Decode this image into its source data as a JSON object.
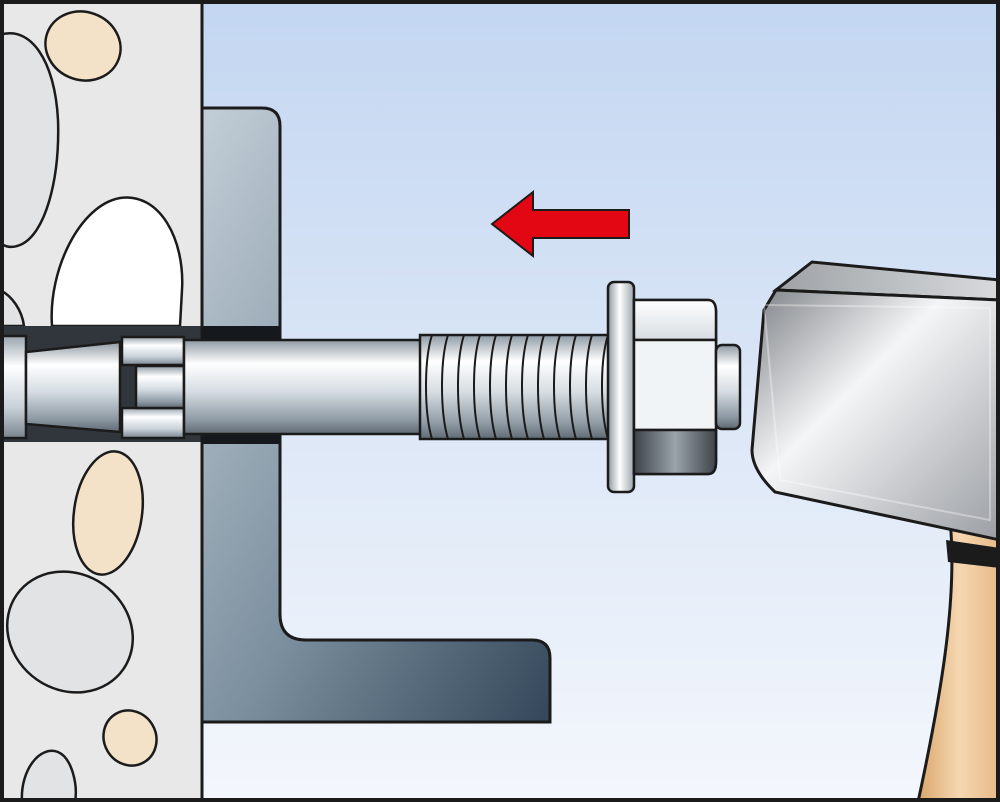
{
  "scene": {
    "description_visible_text": [],
    "colors": {
      "sky_top": "#c3d6f1",
      "sky_bottom": "#f4f7fc",
      "concrete": "#e8e8e8",
      "pebble_tan": "#f3e2c8",
      "pebble_white": "#ffffff",
      "pebble_grey": "#e2e3e5",
      "bracket_light": "#b9c6d0",
      "bracket_dark": "#3f5261",
      "arrow_red": "#e30613",
      "hammer_head": "#c4c6c8",
      "hammer_handle": "#f0c99a",
      "outline": "#1b1b1b"
    },
    "icons": [
      "concrete-wall",
      "steel-angle-bracket",
      "anchor-bolt",
      "washer",
      "hex-nut",
      "hammer",
      "direction-arrow-left"
    ]
  }
}
